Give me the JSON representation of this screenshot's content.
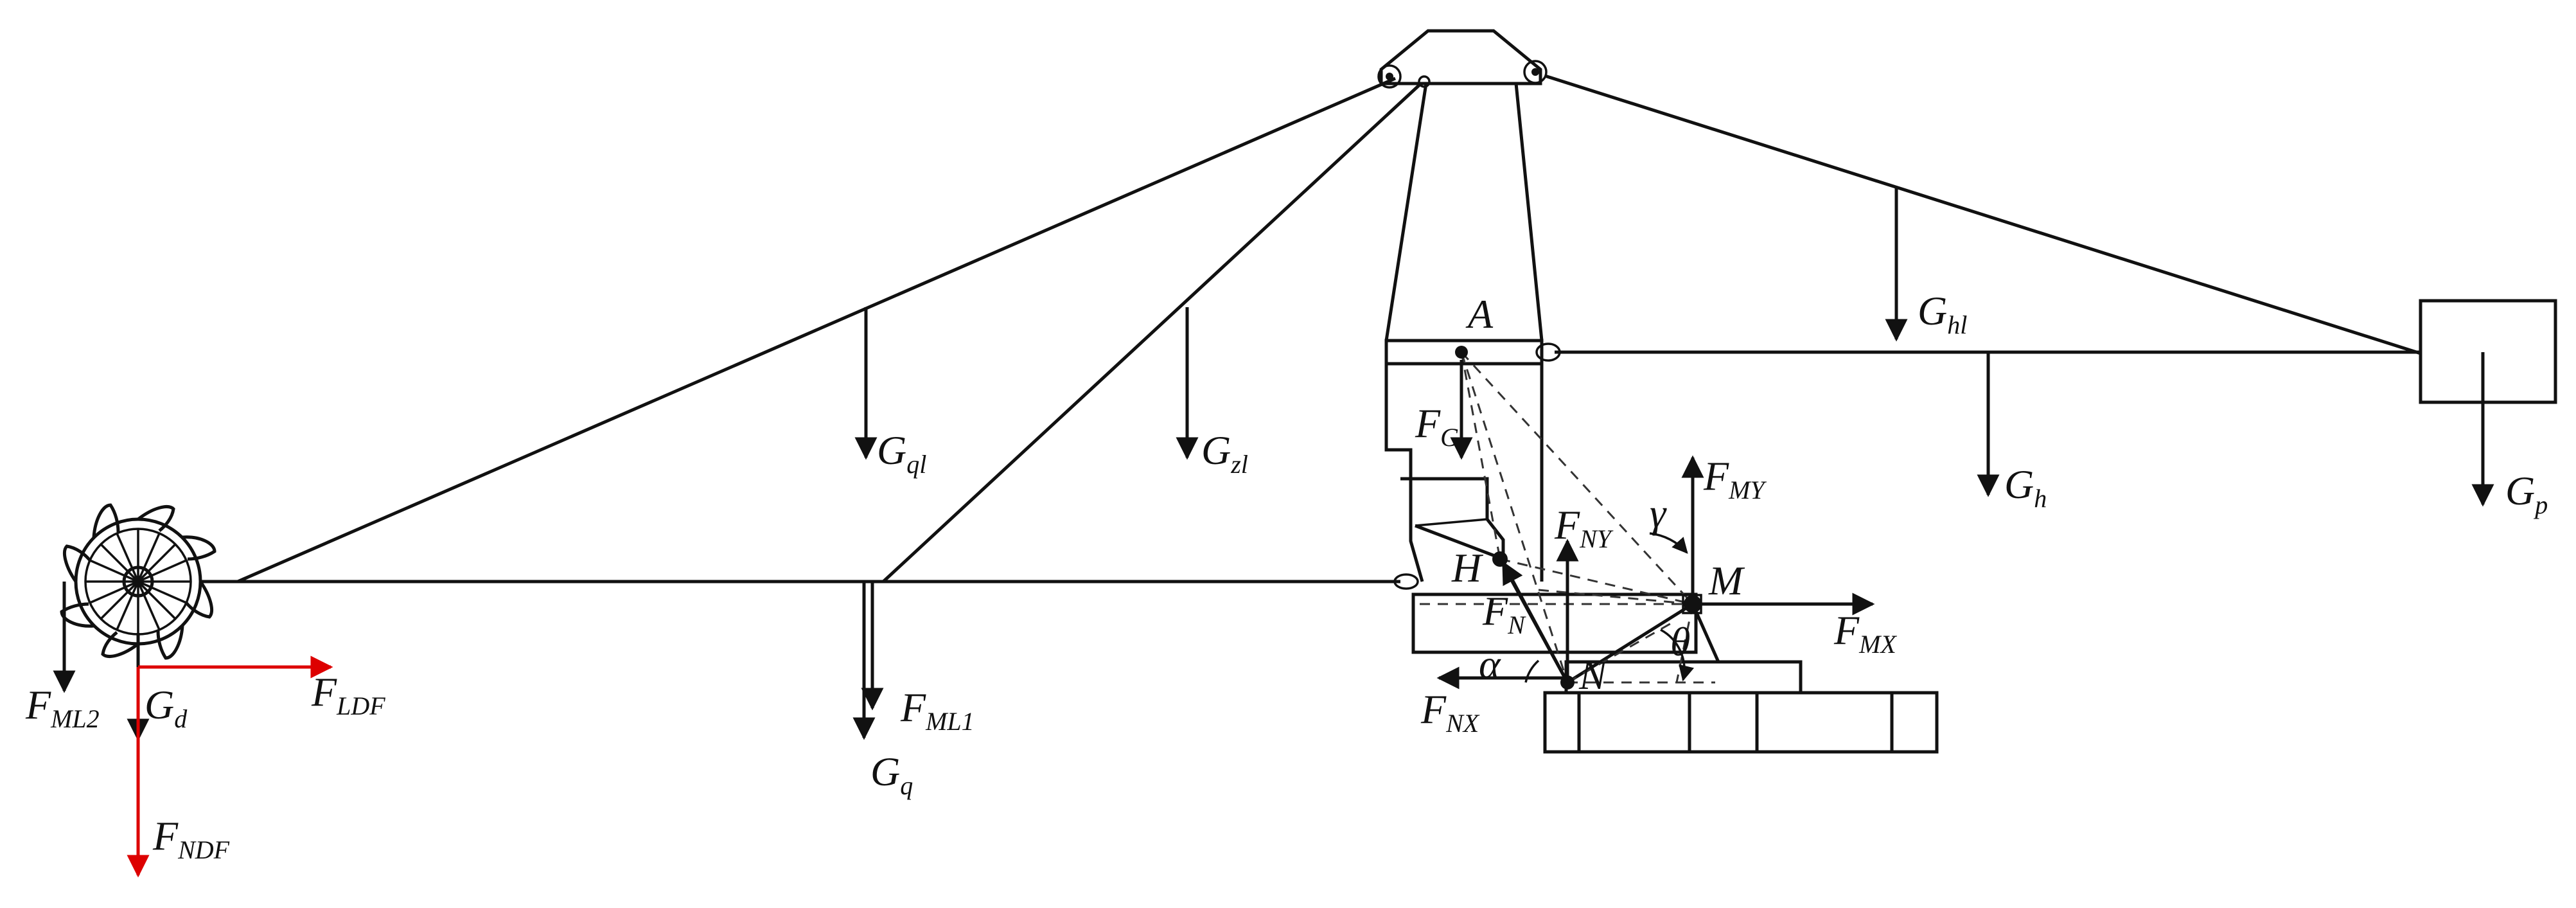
{
  "colors": {
    "line": "#111111",
    "force_red": "#dd0000",
    "background": "#ffffff"
  },
  "labels": {
    "F_ML2": {
      "main": "F",
      "sub": "ML2"
    },
    "G_d": {
      "main": "G",
      "sub": "d"
    },
    "F_LDF": {
      "main": "F",
      "sub": "LDF"
    },
    "F_NDF": {
      "main": "F",
      "sub": "NDF"
    },
    "G_ql": {
      "main": "G",
      "sub": "ql"
    },
    "G_zl": {
      "main": "G",
      "sub": "zl"
    },
    "F_ML1": {
      "main": "F",
      "sub": "ML1"
    },
    "G_q": {
      "main": "G",
      "sub": "q"
    },
    "A": "A",
    "F_G": {
      "main": "F",
      "sub": "G"
    },
    "H": "H",
    "F_NY": {
      "main": "F",
      "sub": "NY"
    },
    "gamma": "γ",
    "F_MY": {
      "main": "F",
      "sub": "MY"
    },
    "M": "M",
    "F_N": {
      "main": "F",
      "sub": "N"
    },
    "F_MX": {
      "main": "F",
      "sub": "MX"
    },
    "alpha": "α",
    "theta": "θ",
    "N": "N",
    "F_NX": {
      "main": "F",
      "sub": "NX"
    },
    "G_hl": {
      "main": "G",
      "sub": "hl"
    },
    "G_h": {
      "main": "G",
      "sub": "h"
    },
    "G_p": {
      "main": "G",
      "sub": "p"
    }
  }
}
